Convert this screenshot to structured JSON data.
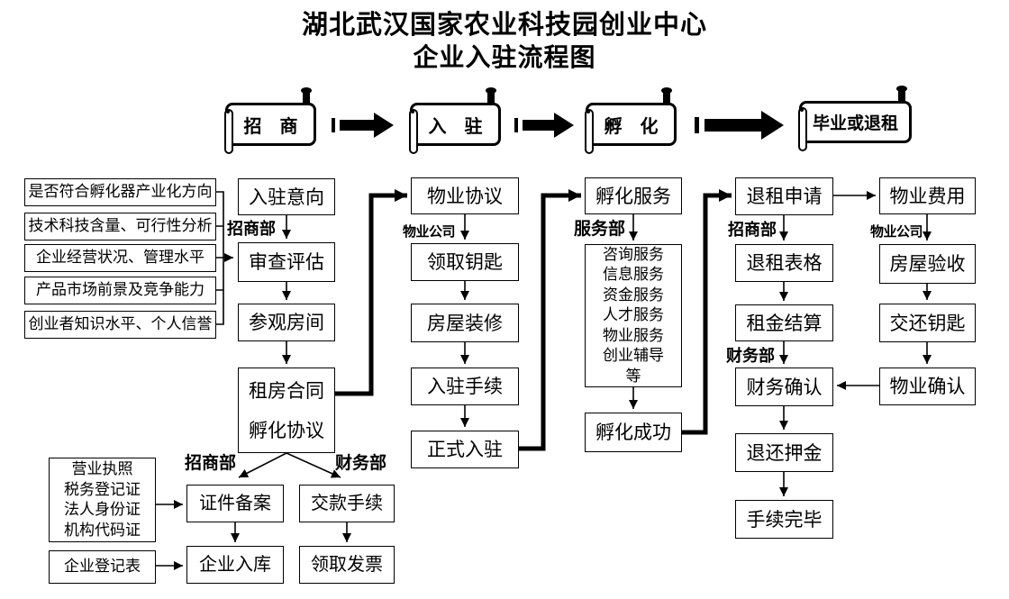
{
  "page": {
    "background": "#ffffff",
    "ink": "#000000"
  },
  "title": {
    "line1": "湖北武汉国家农业科技园创业中心",
    "line2": "企业入驻流程图"
  },
  "banners": {
    "zhaoshang": "招　商",
    "ruzhu": "入　驻",
    "fuhua": "孵　化",
    "biye_or_tuizu": "毕业或退租"
  },
  "criteria": [
    "是否符合孵化器产业化方向",
    "技术科技含量、可行性分析",
    "企业经营状况、管理水平",
    "产品市场前景及竞争能力",
    "创业者知识水平、个人信誉"
  ],
  "departments": {
    "col2_zhaoshangbu": "招商部",
    "col3_wuyegongsi": "物业公司",
    "col4_fuwubu": "服务部",
    "col5_zhaoshangbu": "招商部",
    "col5_caiwubu": "财务部",
    "col6_wuyegongsi": "物业公司",
    "bottom_zhaoshangbu": "招商部",
    "bottom_caiwubu": "财务部"
  },
  "nodes": {
    "ruzhu_yixiang": "入驻意向",
    "shencha_pinggu": "审查评估",
    "canguan_fangjian": "参观房间",
    "zufang_hetong": "租房合同\n孵化协议",
    "wuye_xieyi": "物业协议",
    "lingqu_yaoshi": "领取钥匙",
    "fangwu_zhuangxiu": "房屋装修",
    "ruzhu_shouxu": "入驻手续",
    "zhengshi_ruzhu": "正式入驻",
    "fuhua_fuwu": "孵化服务",
    "services_list": "咨询服务\n信息服务\n资金服务\n人才服务\n物业服务\n创业辅导\n等",
    "fuhua_chenggong": "孵化成功",
    "tuizu_shenqing": "退租申请",
    "tuizu_biaoge": "退租表格",
    "zujin_jiesuan": "租金结算",
    "caiwu_queren": "财务确认",
    "tuihuan_yajin": "退还押金",
    "shouxu_wanbi": "手续完毕",
    "wuye_feiyong": "物业费用",
    "fangwu_yanshou": "房屋验收",
    "jiaohuan_yaoshi": "交还钥匙",
    "wuye_queren": "物业确认",
    "documents": "营业执照\n税务登记证\n法人身份证\n机构代码证",
    "qiye_dengjibiao": "企业登记表",
    "zhengjian_beian": "证件备案",
    "qiye_ruku": "企业入库",
    "jiaokuan_shouxu": "交款手续",
    "lingqu_fapiao": "领取发票"
  }
}
